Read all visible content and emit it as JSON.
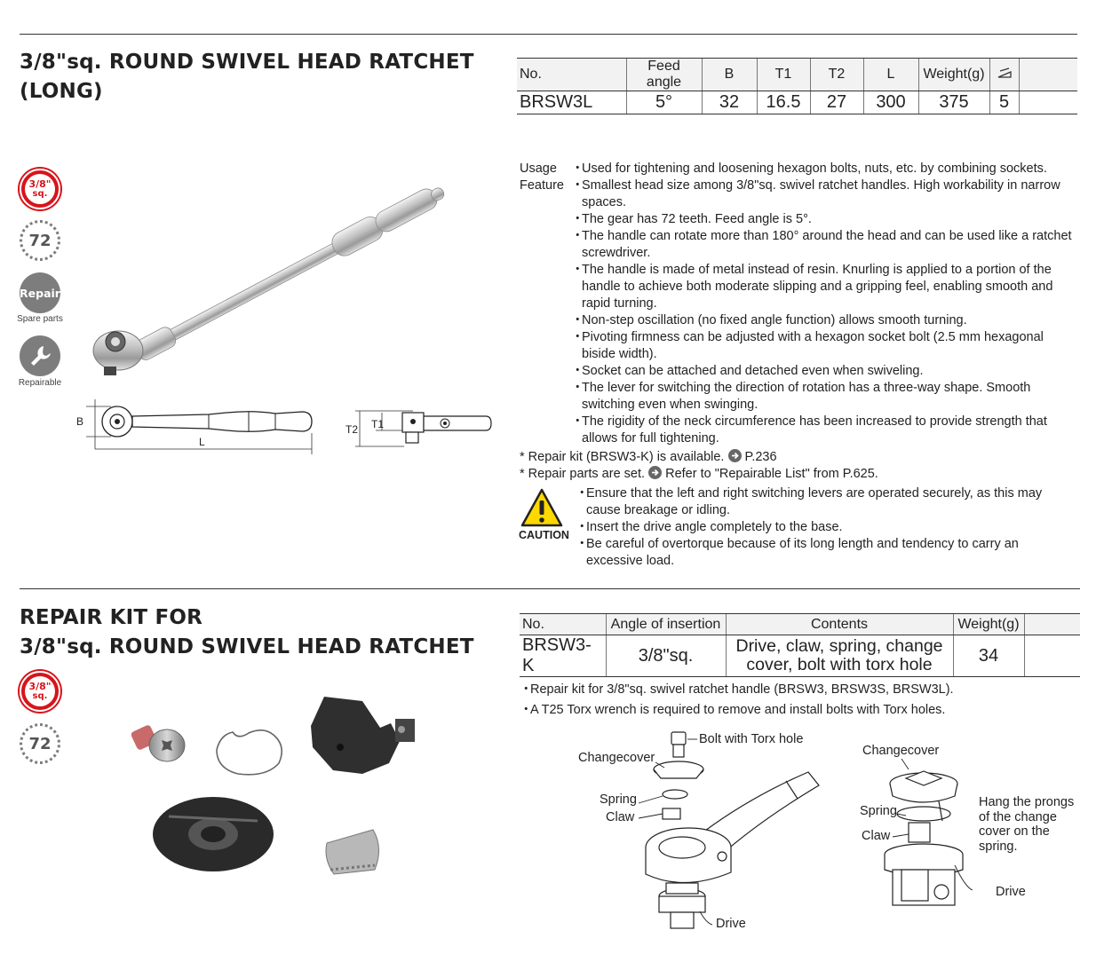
{
  "section1": {
    "title_line1": "3/8\"sq. ROUND SWIVEL HEAD RATCHET",
    "title_line2": "(LONG)",
    "table": {
      "headers": [
        "No.",
        "Feed angle",
        "B",
        "T1",
        "T2",
        "L",
        "Weight(g)",
        "",
        ""
      ],
      "row": [
        "BRSW3L",
        "5°",
        "32",
        "16.5",
        "27",
        "300",
        "375",
        "5",
        ""
      ]
    },
    "usage_label": "Usage",
    "feature_label": "Feature",
    "usage": "Used for tightening and loosening hexagon bolts, nuts, etc. by combining sockets.",
    "features": [
      "Smallest head size among 3/8\"sq. swivel ratchet handles. High workability in narrow spaces.",
      "The gear has 72 teeth. Feed angle is 5°.",
      "The handle can rotate more than 180° around the head and can be used like a ratchet screwdriver.",
      "The handle is made of metal instead of resin. Knurling is applied to a portion of the handle to achieve both moderate slipping and a gripping feel, enabling smooth and rapid turning.",
      "Non-step oscillation (no fixed angle function) allows smooth turning.",
      "Pivoting firmness can be adjusted with a hexagon socket bolt (2.5 mm hexagonal biside width).",
      "Socket can be attached and detached even when swiveling.",
      "The lever for switching the direction of rotation has a three-way shape. Smooth switching even when swinging.",
      "The rigidity of the neck circumference has been increased to provide strength that allows for full tightening."
    ],
    "note1_prefix": "* Repair kit (BRSW3-K) is available.",
    "note1_ref": "P.236",
    "note2_prefix": "* Repair parts are set.",
    "note2_ref": "Refer to \"Repairable List\" from P.625.",
    "caution_label": "CAUTION",
    "cautions": [
      "Ensure that the left and right switching levers are operated securely, as this may cause breakage or idling.",
      "Insert the drive angle completely to the base.",
      "Be careful of overtorque because of its long length and tendency to carry an excessive load."
    ],
    "badges": {
      "size_top": "3/8\"",
      "size_bottom": "sq.",
      "teeth": "72",
      "repair": "Repair",
      "repair_caption": "Spare parts",
      "repairable_caption": "Repairable"
    },
    "dims": {
      "b": "B",
      "l": "L",
      "t1": "T1",
      "t2": "T2"
    }
  },
  "section2": {
    "title_line1": "REPAIR KIT FOR",
    "title_line2": "3/8\"sq. ROUND SWIVEL HEAD RATCHET",
    "table": {
      "headers": [
        "No.",
        "Angle of insertion",
        "Contents",
        "Weight(g)",
        ""
      ],
      "row": [
        "BRSW3-K",
        "3/8\"sq.",
        "Drive, claw, spring, change cover, bolt with torx hole",
        "34",
        ""
      ]
    },
    "notes": [
      "Repair kit for 3/8\"sq. swivel ratchet handle (BRSW3, BRSW3S, BRSW3L).",
      "A T25 Torx wrench is required to remove and install bolts with Torx holes."
    ],
    "badges": {
      "size_top": "3/8\"",
      "size_bottom": "sq.",
      "teeth": "72"
    },
    "diagram_left": {
      "bolt": "Bolt with Torx hole",
      "changecover": "Changecover",
      "spring": "Spring",
      "claw": "Claw",
      "drive": "Drive"
    },
    "diagram_right": {
      "changecover": "Changecover",
      "spring": "Spring",
      "claw": "Claw",
      "drive": "Drive",
      "note": "Hang the prongs of the change cover on the spring."
    }
  },
  "colors": {
    "badge_red": "#d7141a",
    "badge_gray": "#7d7d7d",
    "arrow_gray": "#666666",
    "caution_yellow": "#ffd800"
  }
}
